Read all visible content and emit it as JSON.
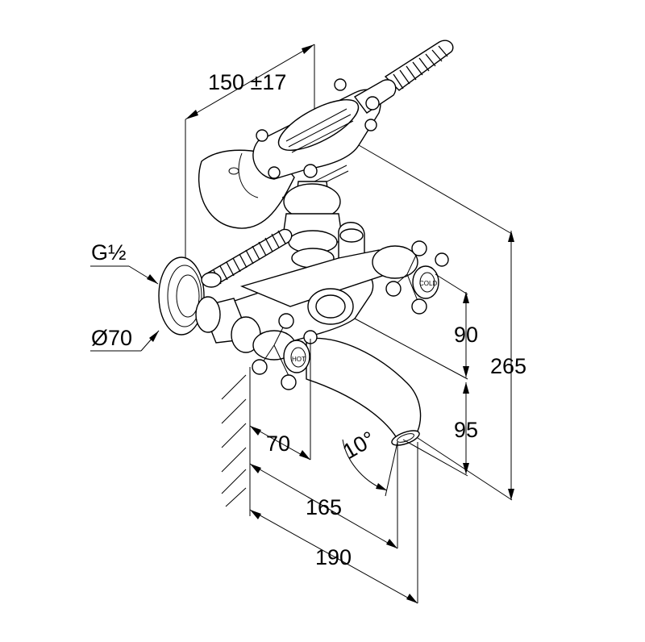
{
  "diagram": {
    "dimensions": {
      "hose_length": "150 ±17",
      "thread": "G½",
      "rosette_diameter": "Ø70",
      "handle_height_upper": "90",
      "spout_height": "95",
      "total_height": "265",
      "wall_to_handle": "70",
      "wall_to_spout_outlet": "165",
      "wall_to_spout_end": "190",
      "spout_angle": "10°"
    },
    "handle_labels": {
      "cold": "COLD",
      "hot": "HOT"
    }
  }
}
